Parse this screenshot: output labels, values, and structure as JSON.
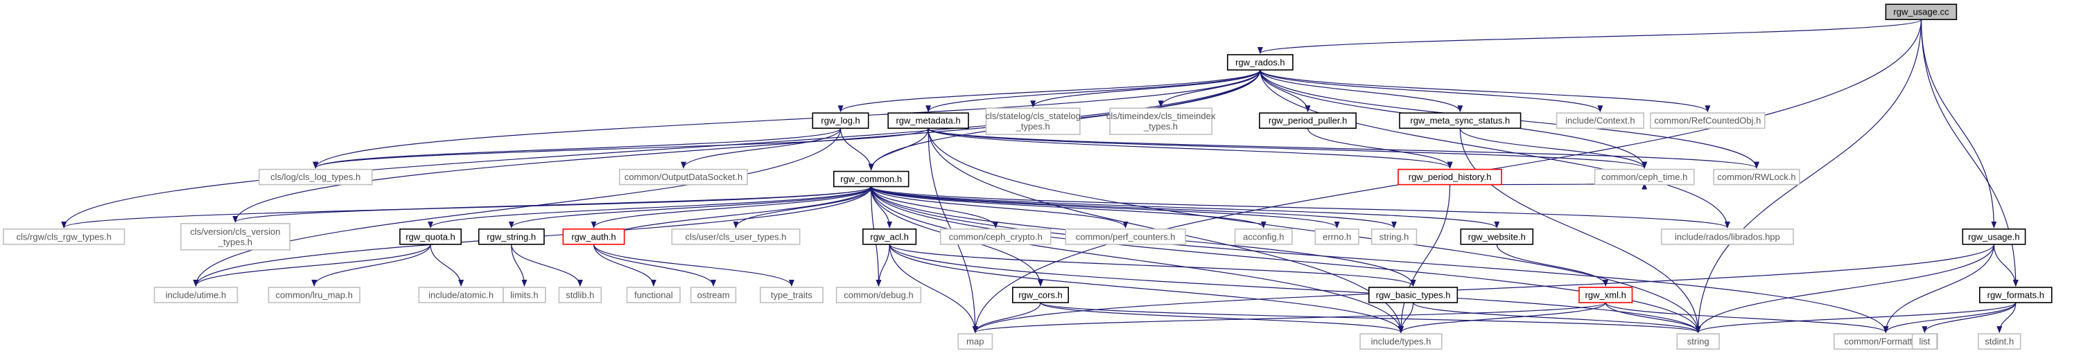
{
  "colors": {
    "background": "#ffffff",
    "edge": "#191970",
    "edge_alt": "#9e9e9e",
    "box_normal": "#000000",
    "box_gray": "#bfbfbf",
    "box_red": "#ff0000",
    "fill_root": "#bfbfbf",
    "fill_default": "#ffffff"
  },
  "nodes": [
    {
      "id": "rgw_usage_cc",
      "label": "rgw_usage.cc",
      "style": "root"
    },
    {
      "id": "rgw_rados_h",
      "label": "rgw_rados.h",
      "style": "normal"
    },
    {
      "id": "rgw_log_h",
      "label": "rgw_log.h",
      "style": "normal"
    },
    {
      "id": "rgw_metadata_h",
      "label": "rgw_metadata.h",
      "style": "normal"
    },
    {
      "id": "cls_statelog",
      "label": [
        "cls/statelog/cls_statelog",
        "_types.h"
      ],
      "style": "gray"
    },
    {
      "id": "cls_timeindex",
      "label": [
        "cls/timeindex/cls_timeindex",
        "_types.h"
      ],
      "style": "gray"
    },
    {
      "id": "rgw_period_puller_h",
      "label": "rgw_period_puller.h",
      "style": "normal"
    },
    {
      "id": "rgw_meta_sync_status_h",
      "label": "rgw_meta_sync_status.h",
      "style": "normal"
    },
    {
      "id": "include_context_h",
      "label": "include/Context.h",
      "style": "gray"
    },
    {
      "id": "common_refcountedobj_h",
      "label": "common/RefCountedObj.h",
      "style": "gray"
    },
    {
      "id": "rgw_usage_h",
      "label": "rgw_usage.h",
      "style": "normal"
    },
    {
      "id": "cls_log_types",
      "label": "cls/log/cls_log_types.h",
      "style": "gray"
    },
    {
      "id": "common_outputdatasocket",
      "label": "common/OutputDataSocket.h",
      "style": "gray"
    },
    {
      "id": "rgw_common_h",
      "label": "rgw_common.h",
      "style": "normal"
    },
    {
      "id": "rgw_period_history_h",
      "label": "rgw_period_history.h",
      "style": "red"
    },
    {
      "id": "common_ceph_time_h",
      "label": "common/ceph_time.h",
      "style": "gray"
    },
    {
      "id": "common_rwlock_h",
      "label": "common/RWLock.h",
      "style": "gray"
    },
    {
      "id": "cls_rgw_types",
      "label": "cls/rgw/cls_rgw_types.h",
      "style": "gray"
    },
    {
      "id": "cls_version_types",
      "label": [
        "cls/version/cls_version",
        "_types.h"
      ],
      "style": "gray"
    },
    {
      "id": "rgw_quota_h",
      "label": "rgw_quota.h",
      "style": "normal"
    },
    {
      "id": "rgw_string_h",
      "label": "rgw_string.h",
      "style": "normal"
    },
    {
      "id": "rgw_auth_h",
      "label": "rgw_auth.h",
      "style": "red"
    },
    {
      "id": "cls_user_types",
      "label": "cls/user/cls_user_types.h",
      "style": "gray"
    },
    {
      "id": "rgw_acl_h",
      "label": "rgw_acl.h",
      "style": "normal"
    },
    {
      "id": "common_ceph_crypto",
      "label": "common/ceph_crypto.h",
      "style": "gray"
    },
    {
      "id": "common_perf_counters",
      "label": "common/perf_counters.h",
      "style": "gray"
    },
    {
      "id": "acconfig_h",
      "label": "acconfig.h",
      "style": "gray"
    },
    {
      "id": "errno_h",
      "label": "errno.h",
      "style": "gray"
    },
    {
      "id": "string_h",
      "label": "string.h",
      "style": "gray"
    },
    {
      "id": "rgw_website_h",
      "label": "rgw_website.h",
      "style": "normal"
    },
    {
      "id": "include_rados_librados",
      "label": "include/rados/librados.hpp",
      "style": "gray"
    },
    {
      "id": "rgw_formats_h",
      "label": "rgw_formats.h",
      "style": "normal"
    },
    {
      "id": "include_utime_h",
      "label": "include/utime.h",
      "style": "gray"
    },
    {
      "id": "common_lru_map",
      "label": "common/lru_map.h",
      "style": "gray"
    },
    {
      "id": "include_atomic",
      "label": "include/atomic.h",
      "style": "gray"
    },
    {
      "id": "limits_h",
      "label": "limits.h",
      "style": "gray"
    },
    {
      "id": "stdlib_h",
      "label": "stdlib.h",
      "style": "gray"
    },
    {
      "id": "functional",
      "label": "functional",
      "style": "gray"
    },
    {
      "id": "ostream",
      "label": "ostream",
      "style": "gray"
    },
    {
      "id": "type_traits",
      "label": "type_traits",
      "style": "gray"
    },
    {
      "id": "common_debug_h",
      "label": "common/debug.h",
      "style": "gray"
    },
    {
      "id": "rgw_cors_h",
      "label": "rgw_cors.h",
      "style": "normal"
    },
    {
      "id": "rgw_basic_types_h",
      "label": "rgw_basic_types.h",
      "style": "normal"
    },
    {
      "id": "rgw_xml_h",
      "label": "rgw_xml.h",
      "style": "red"
    },
    {
      "id": "map",
      "label": "map",
      "style": "gray"
    },
    {
      "id": "include_types_h",
      "label": "include/types.h",
      "style": "gray"
    },
    {
      "id": "string",
      "label": "string",
      "style": "gray"
    },
    {
      "id": "common_formatter_h",
      "label": "common/Formatter.h",
      "style": "gray"
    },
    {
      "id": "list",
      "label": "list",
      "style": "gray"
    },
    {
      "id": "stdint_h",
      "label": "stdint.h",
      "style": "gray"
    }
  ],
  "edges": [
    [
      "rgw_usage_cc",
      "rgw_rados_h"
    ],
    [
      "rgw_usage_cc",
      "rgw_usage_h"
    ],
    [
      "rgw_usage_cc",
      "rgw_formats_h"
    ],
    [
      "rgw_usage_cc",
      "string"
    ],
    [
      "rgw_usage_cc",
      "map"
    ],
    [
      "rgw_rados_h",
      "rgw_log_h"
    ],
    [
      "rgw_rados_h",
      "rgw_metadata_h"
    ],
    [
      "rgw_rados_h",
      "cls_statelog"
    ],
    [
      "rgw_rados_h",
      "cls_timeindex"
    ],
    [
      "rgw_rados_h",
      "rgw_period_puller_h"
    ],
    [
      "rgw_rados_h",
      "rgw_meta_sync_status_h"
    ],
    [
      "rgw_rados_h",
      "include_context_h"
    ],
    [
      "rgw_rados_h",
      "common_refcountedobj_h"
    ],
    [
      "rgw_rados_h",
      "rgw_common_h"
    ],
    [
      "rgw_rados_h",
      "cls_rgw_types"
    ],
    [
      "rgw_rados_h",
      "cls_version_types"
    ],
    [
      "rgw_rados_h",
      "cls_log_types"
    ],
    [
      "rgw_rados_h",
      "common_rwlock_h"
    ],
    [
      "rgw_rados_h",
      "common_ceph_time_h"
    ],
    [
      "rgw_rados_h",
      "include_rados_librados"
    ],
    [
      "rgw_log_h",
      "rgw_common_h"
    ],
    [
      "rgw_log_h",
      "common_outputdatasocket"
    ],
    [
      "rgw_log_h",
      "cls_log_types"
    ],
    [
      "rgw_log_h",
      "include_utime_h"
    ],
    [
      "rgw_metadata_h",
      "rgw_common_h"
    ],
    [
      "rgw_metadata_h",
      "cls_log_types"
    ],
    [
      "rgw_metadata_h",
      "rgw_period_history_h"
    ],
    [
      "rgw_metadata_h",
      "common_rwlock_h"
    ],
    [
      "rgw_metadata_h",
      "common_ceph_time_h"
    ],
    [
      "rgw_metadata_h",
      "string"
    ],
    [
      "rgw_metadata_h",
      "include_types_h"
    ],
    [
      "rgw_metadata_h",
      "map"
    ],
    [
      "rgw_period_puller_h",
      "rgw_period_history_h"
    ],
    [
      "rgw_meta_sync_status_h",
      "common_ceph_time_h"
    ],
    [
      "rgw_meta_sync_status_h",
      "string"
    ],
    [
      "rgw_period_history_h",
      "common_ceph_time_h"
    ],
    [
      "rgw_period_history_h",
      "include_types_h"
    ],
    [
      "rgw_common_h",
      "cls_rgw_types"
    ],
    [
      "rgw_common_h",
      "cls_version_types"
    ],
    [
      "rgw_common_h",
      "rgw_quota_h"
    ],
    [
      "rgw_common_h",
      "rgw_string_h"
    ],
    [
      "rgw_common_h",
      "rgw_auth_h"
    ],
    [
      "rgw_common_h",
      "cls_user_types"
    ],
    [
      "rgw_common_h",
      "rgw_acl_h"
    ],
    [
      "rgw_common_h",
      "common_ceph_crypto"
    ],
    [
      "rgw_common_h",
      "common_perf_counters"
    ],
    [
      "rgw_common_h",
      "acconfig_h"
    ],
    [
      "rgw_common_h",
      "errno_h"
    ],
    [
      "rgw_common_h",
      "string_h"
    ],
    [
      "rgw_common_h",
      "rgw_website_h"
    ],
    [
      "rgw_common_h",
      "include_rados_librados"
    ],
    [
      "rgw_common_h",
      "include_utime_h"
    ],
    [
      "rgw_common_h",
      "common_debug_h"
    ],
    [
      "rgw_common_h",
      "rgw_cors_h"
    ],
    [
      "rgw_common_h",
      "rgw_basic_types_h"
    ],
    [
      "rgw_common_h",
      "include_types_h"
    ],
    [
      "rgw_common_h",
      "string"
    ],
    [
      "rgw_common_h",
      "common_formatter_h"
    ],
    [
      "rgw_quota_h",
      "include_utime_h"
    ],
    [
      "rgw_quota_h",
      "common_lru_map"
    ],
    [
      "rgw_quota_h",
      "include_atomic"
    ],
    [
      "rgw_string_h",
      "limits_h"
    ],
    [
      "rgw_string_h",
      "stdlib_h"
    ],
    [
      "rgw_auth_h",
      "functional"
    ],
    [
      "rgw_auth_h",
      "ostream"
    ],
    [
      "rgw_auth_h",
      "type_traits"
    ],
    [
      "rgw_auth_h",
      "rgw_common_h"
    ],
    [
      "rgw_acl_h",
      "common_debug_h"
    ],
    [
      "rgw_acl_h",
      "map"
    ],
    [
      "rgw_acl_h",
      "string"
    ],
    [
      "rgw_acl_h",
      "include_types_h"
    ],
    [
      "rgw_acl_h",
      "rgw_basic_types_h"
    ],
    [
      "rgw_website_h",
      "rgw_xml_h"
    ],
    [
      "rgw_cors_h",
      "map"
    ],
    [
      "rgw_cors_h",
      "string"
    ],
    [
      "rgw_cors_h",
      "include_types_h"
    ],
    [
      "rgw_basic_types_h",
      "include_types_h"
    ],
    [
      "rgw_basic_types_h",
      "string"
    ],
    [
      "rgw_xml_h",
      "map"
    ],
    [
      "rgw_xml_h",
      "string"
    ],
    [
      "rgw_xml_h",
      "include_types_h"
    ],
    [
      "rgw_xml_h",
      "common_formatter_h"
    ],
    [
      "rgw_usage_h",
      "rgw_formats_h"
    ],
    [
      "rgw_usage_h",
      "string"
    ],
    [
      "rgw_usage_h",
      "map"
    ],
    [
      "rgw_usage_h",
      "common_formatter_h"
    ],
    [
      "rgw_formats_h",
      "common_formatter_h"
    ],
    [
      "rgw_formats_h",
      "list"
    ],
    [
      "rgw_formats_h",
      "stdint_h"
    ],
    [
      "rgw_formats_h",
      "string"
    ]
  ]
}
